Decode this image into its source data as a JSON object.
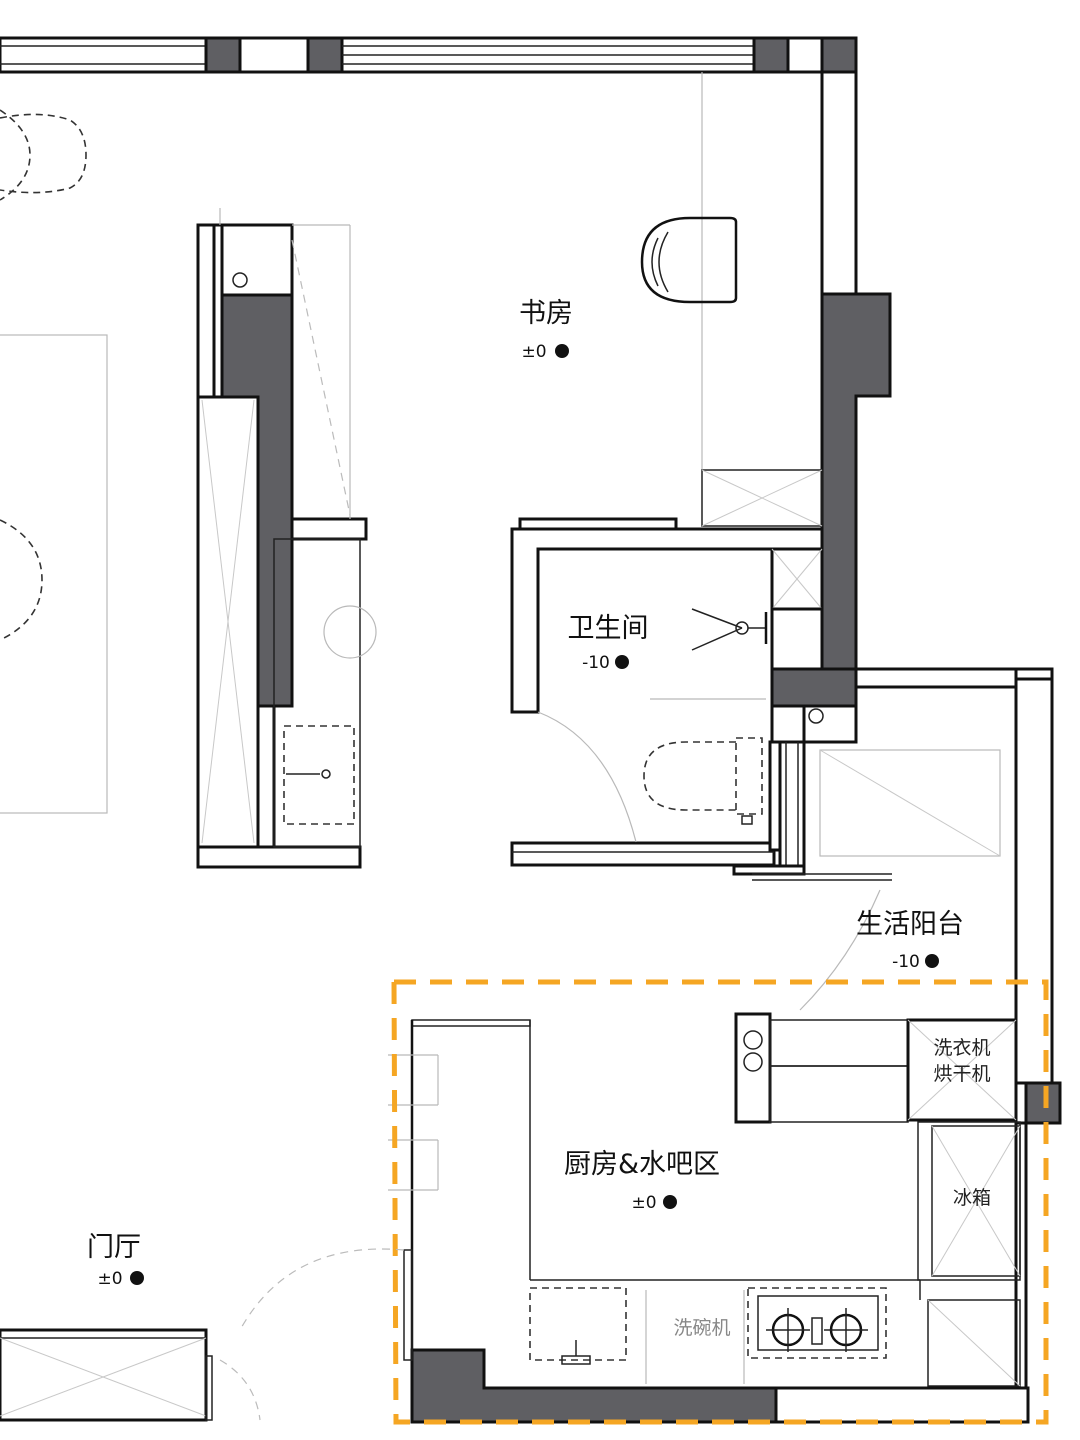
{
  "rooms": {
    "study": {
      "label": "书房",
      "level": "±0"
    },
    "bathroom": {
      "label": "卫生间",
      "level": "-10"
    },
    "balcony": {
      "label": "生活阳台",
      "level": "-10"
    },
    "kitchen": {
      "label": "厨房&水吧区",
      "level": "±0"
    },
    "foyer": {
      "label": "门厅",
      "level": "±0"
    }
  },
  "appliances": {
    "washer": "洗衣机",
    "dryer": "烘干机",
    "fridge": "冰箱",
    "dishwasher": "洗碗机"
  },
  "colors": {
    "wall_fill": "#5f5f63",
    "highlight": "#f5a623"
  }
}
